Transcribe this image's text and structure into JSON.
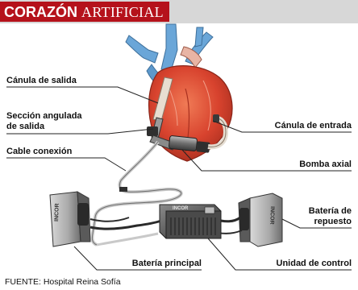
{
  "title": {
    "bold": "CORAZÓN",
    "light": "ARTIFICIAL"
  },
  "labels": {
    "outflow_cannula": "Cánula de salida",
    "angled_section_line1": "Sección angulada",
    "angled_section_line2": "de salida",
    "inflow_cannula": "Cánula de entrada",
    "connection_cable": "Cable conexión",
    "axial_pump": "Bomba axial",
    "spare_battery_line1": "Batería de",
    "spare_battery_line2": "repuesto",
    "main_battery": "Batería principal",
    "control_unit": "Unidad de control"
  },
  "device_text": {
    "controller_brand": "INCOR",
    "battery_brand": "INCOR"
  },
  "source": "FUENTE: Hospital Reina Sofía",
  "colors": {
    "header_red": "#b5121b",
    "header_gray": "#d7d7d7",
    "heart_red": "#d8432e",
    "vessel_blue": "#6aa6d8",
    "leader_line": "#222222"
  }
}
